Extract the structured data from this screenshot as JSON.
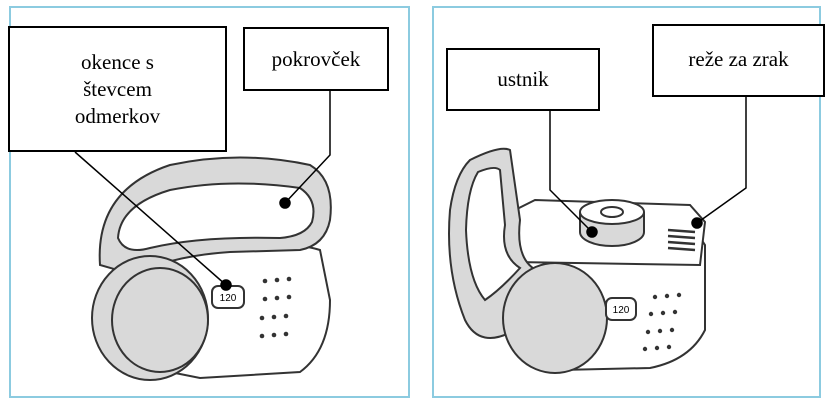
{
  "labels": {
    "counter": "okence s\nštevcem\nodmerkov",
    "cap": "pokrovček",
    "mouthpiece": "ustnik",
    "vents": "reže za zrak"
  },
  "device": {
    "counter_value": "120"
  },
  "colors": {
    "panel_border": "#8ccbe0",
    "device_shade": "#d9d9d9",
    "outline": "#333333"
  }
}
